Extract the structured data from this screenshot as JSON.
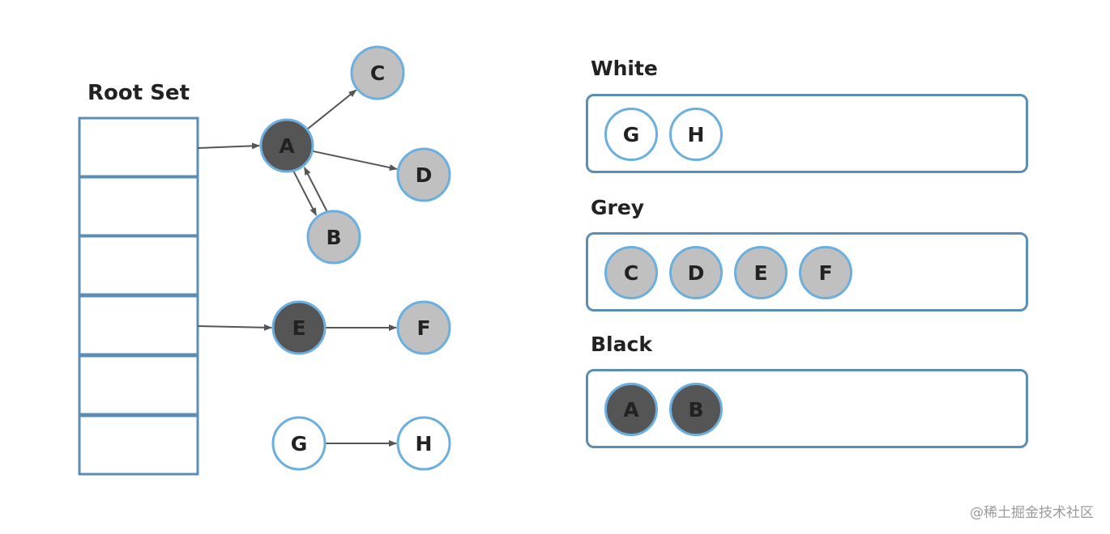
{
  "root_set": {
    "title": "Root Set",
    "slot_count": 6
  },
  "colors": {
    "black_fill": "#555555",
    "grey_fill": "#c0c0c0",
    "white_fill": "#ffffff",
    "node_border": "#6aafe0",
    "box_border": "#5b8db5",
    "arrow": "#555555",
    "black_text": "#222222"
  },
  "graph": {
    "nodes": [
      {
        "id": "A",
        "label": "A",
        "color": "black"
      },
      {
        "id": "B",
        "label": "B",
        "color": "grey"
      },
      {
        "id": "C",
        "label": "C",
        "color": "grey"
      },
      {
        "id": "D",
        "label": "D",
        "color": "grey"
      },
      {
        "id": "E",
        "label": "E",
        "color": "black"
      },
      {
        "id": "F",
        "label": "F",
        "color": "grey"
      },
      {
        "id": "G",
        "label": "G",
        "color": "white"
      },
      {
        "id": "H",
        "label": "H",
        "color": "white"
      }
    ],
    "edges": [
      {
        "from": "root-slot-0",
        "to": "A"
      },
      {
        "from": "root-slot-3",
        "to": "E"
      },
      {
        "from": "A",
        "to": "C"
      },
      {
        "from": "A",
        "to": "D"
      },
      {
        "from": "A",
        "to": "B"
      },
      {
        "from": "B",
        "to": "A"
      },
      {
        "from": "E",
        "to": "F"
      },
      {
        "from": "G",
        "to": "H"
      }
    ]
  },
  "sets": [
    {
      "title": "White",
      "color": "white",
      "items": [
        "G",
        "H"
      ]
    },
    {
      "title": "Grey",
      "color": "grey",
      "items": [
        "C",
        "D",
        "E",
        "F"
      ]
    },
    {
      "title": "Black",
      "color": "black",
      "items": [
        "A",
        "B"
      ]
    }
  ],
  "watermark": "@稀土掘金技术社区"
}
